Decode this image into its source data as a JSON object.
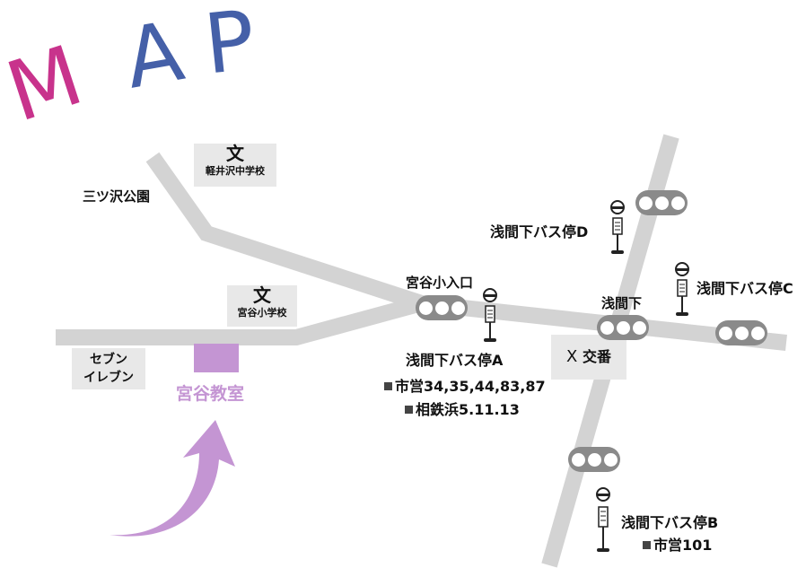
{
  "title": {
    "letters": [
      "M",
      "A",
      "P"
    ],
    "colors": [
      "#c8338c",
      "#4560a8",
      "#4560a8"
    ]
  },
  "colors": {
    "road": "#d3d3d3",
    "signal": "#8a8a8a",
    "destination": "#c495d3"
  },
  "landmarks": {
    "park": "三ツ沢公園",
    "junior_high": {
      "icon": "文",
      "name": "軽井沢中学校"
    },
    "elementary": {
      "icon": "文",
      "name": "宮谷小学校"
    },
    "convenience_store": "セブン\nイレブン",
    "police_box": {
      "icon": "X",
      "name": "交番"
    },
    "destination": "宮谷教室"
  },
  "intersections": [
    "宮谷小入口",
    "浅間下"
  ],
  "bus_stops": {
    "A": {
      "name": "浅間下バス停A",
      "routes": [
        "市営34,35,44,83,87",
        "相鉄浜5.11.13"
      ]
    },
    "B": {
      "name": "浅間下バス停B",
      "routes": [
        "市営101"
      ]
    },
    "C": {
      "name": "浅間下バス停C"
    },
    "D": {
      "name": "浅間下バス停D"
    }
  }
}
